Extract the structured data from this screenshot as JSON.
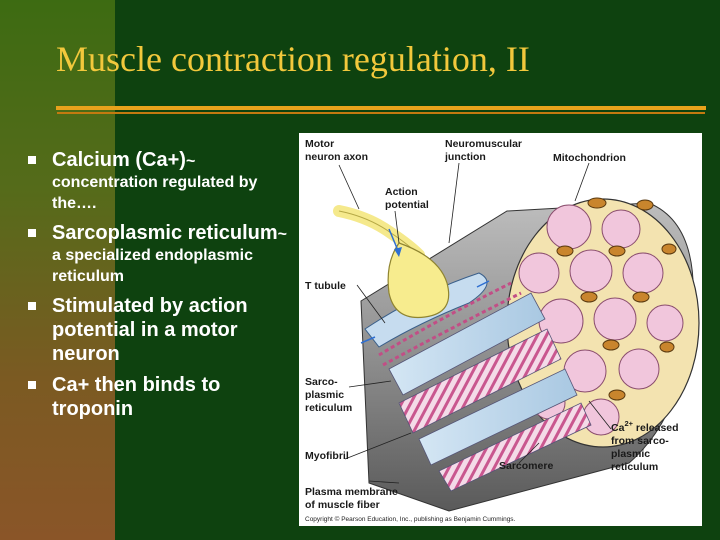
{
  "slide": {
    "title": "Muscle contraction regulation, II",
    "colors": {
      "title": "#f2c83c",
      "rule": "#e8a21c",
      "background": "#0e420f",
      "text": "#ffffff"
    }
  },
  "bullets": [
    {
      "lead": "Calcium (Ca+)",
      "sep": "~",
      "text": "concentration regulated by the…."
    },
    {
      "lead": "Sarcoplasmic reticulum",
      "sep": "~",
      "text": "a specialized endoplasmic reticulum"
    },
    {
      "lead": "Stimulated by action potential in a motor neuron"
    },
    {
      "lead": "Ca+ then binds to troponin"
    }
  ],
  "figure": {
    "labels": {
      "motor_neuron_1": "Motor",
      "motor_neuron_2": "neuron axon",
      "nmj_1": "Neuromuscular",
      "nmj_2": "junction",
      "mito": "Mitochondrion",
      "ap_1": "Action",
      "ap_2": "potential",
      "ttubule": "T tubule",
      "sr_1": "Sarco-",
      "sr_2": "plasmic",
      "sr_3": "reticulum",
      "ca_main": "Ca",
      "ca_sup": "2+",
      "ca_rest": " released",
      "ca_2": "from sarco-",
      "ca_3": "plasmic",
      "ca_4": "reticulum",
      "myofibril": "Myofibril",
      "sarcomere": "Sarcomere",
      "pm_1": "Plasma membrane",
      "pm_2": "of muscle fiber",
      "copyright": "Copyright © Pearson Education, Inc., publishing as Benjamin Cummings."
    }
  }
}
